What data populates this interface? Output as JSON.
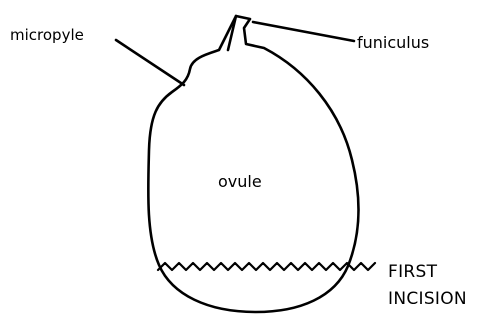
{
  "labels": {
    "micropyle": "micropyle",
    "funiculus": "funiculus",
    "ovule": "ovule",
    "incision_line1": "FIRST",
    "incision_line2": "INCISION"
  },
  "colors": {
    "stroke": "#000000",
    "background": "#ffffff"
  }
}
